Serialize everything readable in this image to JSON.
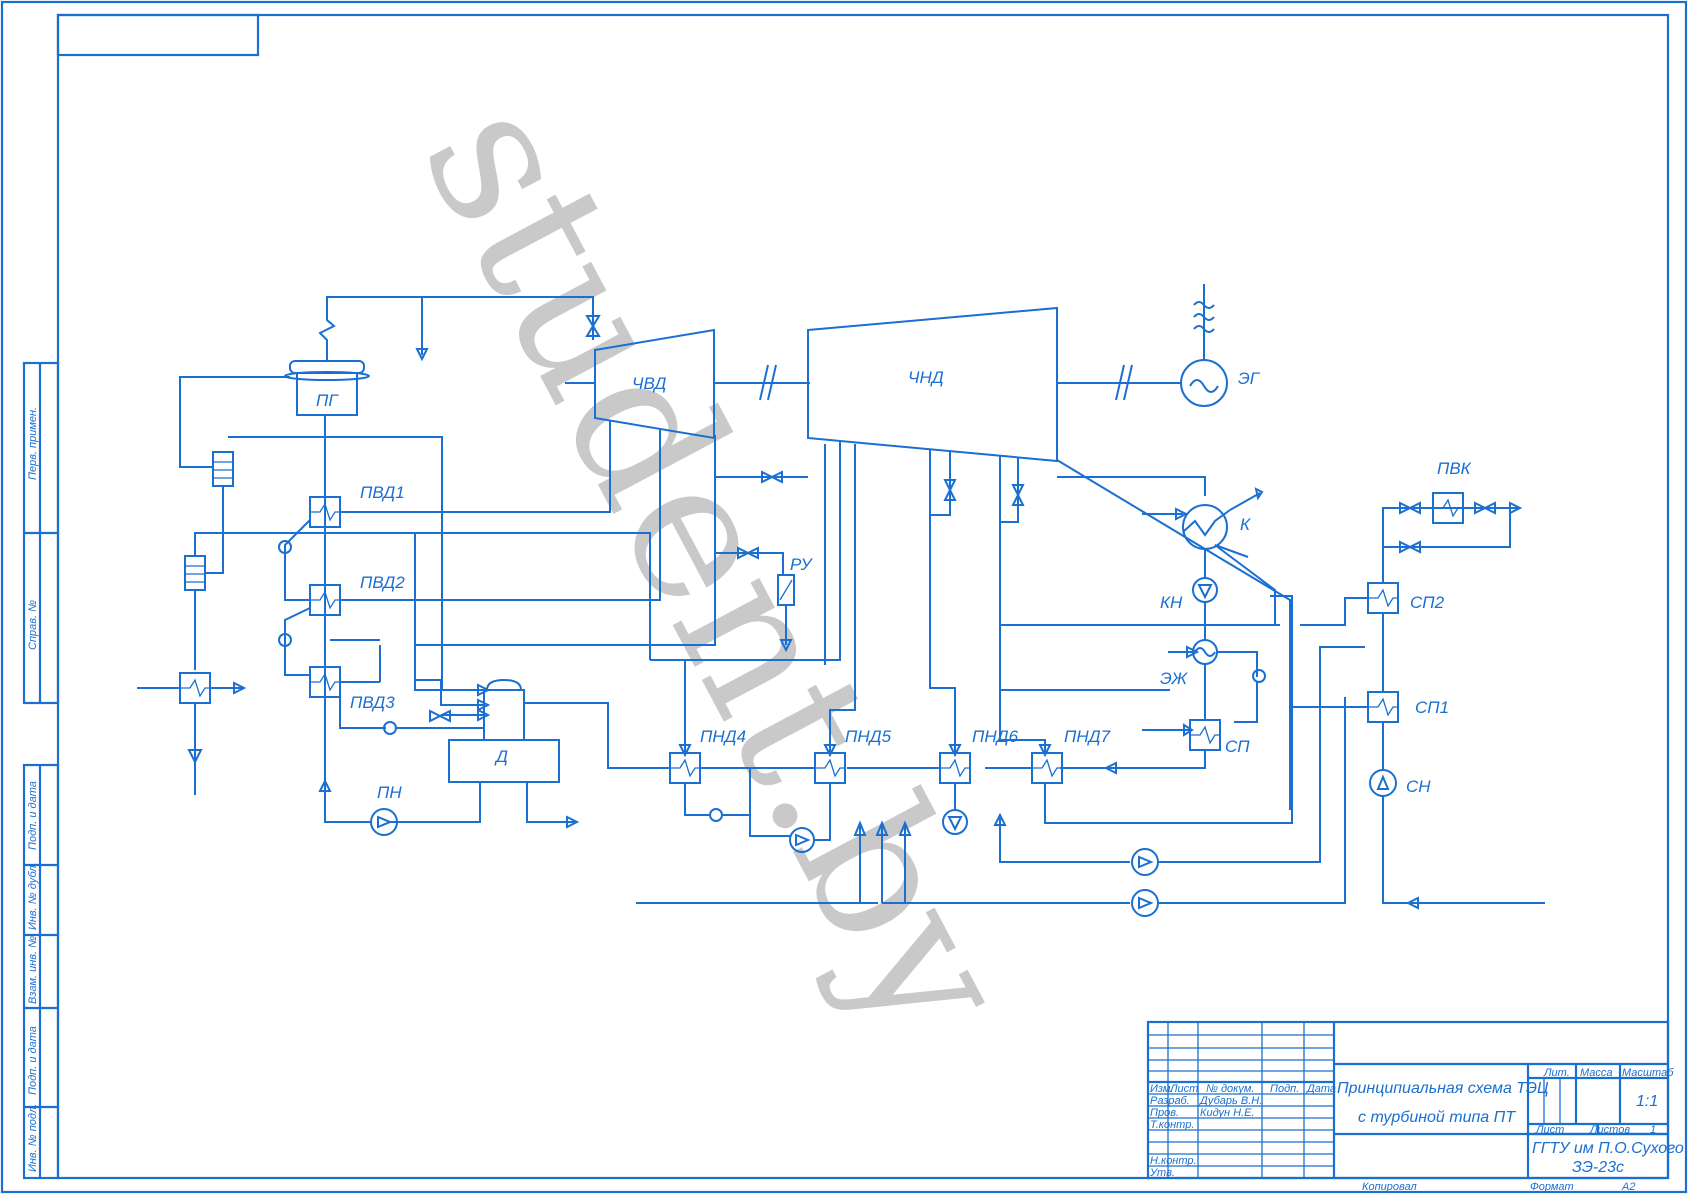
{
  "diagram": {
    "equipment": {
      "pg": "ПГ",
      "chvd": "ЧВД",
      "chnd": "ЧНД",
      "eg": "ЭГ",
      "k": "К",
      "kn": "КН",
      "ezh": "ЭЖ",
      "sp": "СП",
      "sp1": "СП1",
      "sp2": "СП2",
      "sn": "СН",
      "pvk": "ПВК",
      "ru": "РУ",
      "d": "Д",
      "pn": "ПН",
      "pvd1": "ПВД1",
      "pvd2": "ПВД2",
      "pvd3": "ПВД3",
      "pnd4": "ПНД4",
      "pnd5": "ПНД5",
      "pnd6": "ПНД6",
      "pnd7": "ПНД7"
    },
    "watermark": "student.by"
  },
  "side_stamp": {
    "perv_primen": "Перв. примен.",
    "sprav_no": "Справ. №",
    "podp_data_1": "Подп. и дата",
    "inv_dubl": "Инв. № дубл.",
    "vzam_inv": "Взам. инв. №",
    "podp_data_2": "Подп. и дата",
    "inv_podl": "Инв. № подл."
  },
  "title_block": {
    "headers": {
      "izm": "Изм.",
      "list": "Лист",
      "no_dokum": "№ докум.",
      "podp": "Подп.",
      "data": "Дата"
    },
    "rows": {
      "razrab": "Разраб.",
      "razrab_name": "Дубарь В.Н.",
      "prov": "Пров.",
      "prov_name": "Кидун Н.Е.",
      "t_kontr": "Т.контр.",
      "n_kontr": "Н.контр.",
      "utv": "Утв."
    },
    "title_line1": "Принципиальная схема ТЭЦ",
    "title_line2": "с турбиной типа ПТ",
    "lit_label": "Лит.",
    "massa_label": "Масса",
    "masshtab_label": "Масштаб",
    "masshtab_value": "1:1",
    "list_label": "Лист",
    "listov_label": "Листов",
    "listov_value": "1",
    "org_line1": "ГГТУ им П.О.Сухого",
    "org_line2": "ЗЭ-23с",
    "kopiroval": "Копировал",
    "format_label": "Формат",
    "format_value": "А2"
  }
}
